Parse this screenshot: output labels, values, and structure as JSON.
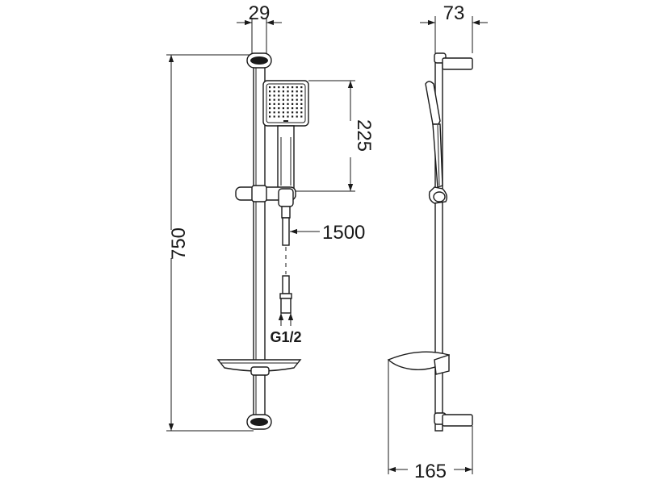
{
  "dimensions": {
    "top_width": "29",
    "side_depth": "73",
    "rail_length": "750",
    "handshower_height": "225",
    "hose_length": "1500",
    "thread": "G1/2",
    "wall_offset": "165"
  }
}
